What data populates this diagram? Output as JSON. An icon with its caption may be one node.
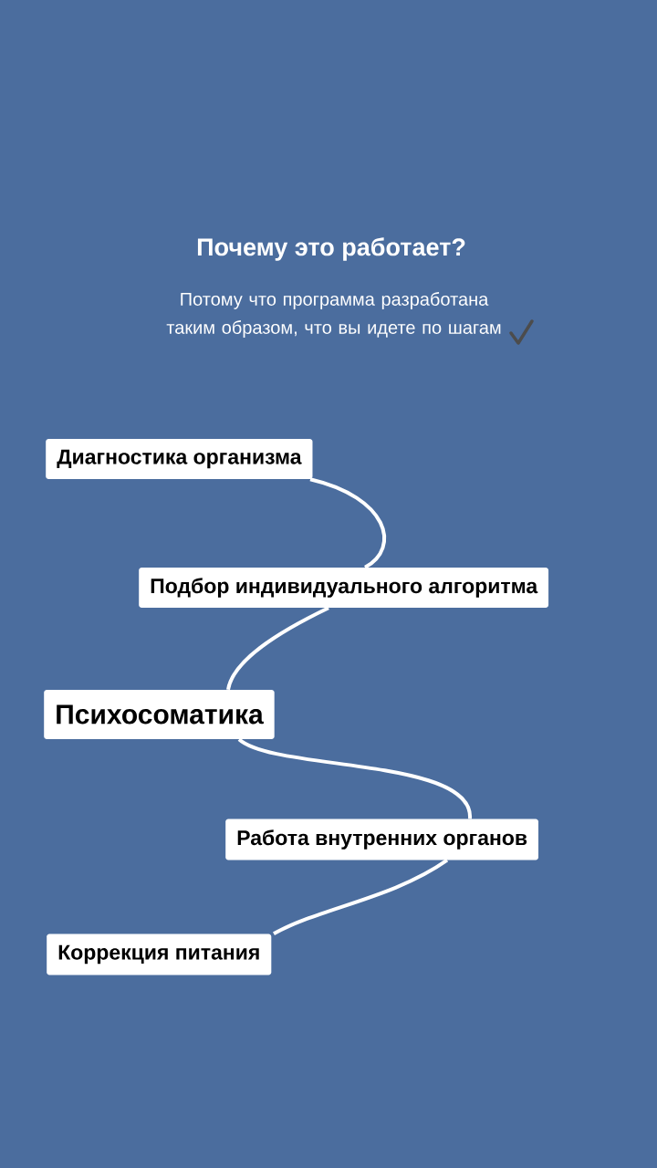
{
  "diagram": {
    "title": "Почему это работает?",
    "caption": "Потому что программа разработана таким образом, что вы идете по шагам",
    "nodes": [
      {
        "text": [
          "Диагностика организма"
        ]
      },
      {
        "text": [
          "Подбор индивидуального алгоритма"
        ]
      },
      {
        "text": [
          "Психосоматика"
        ]
      },
      {
        "text": [
          "Работа внутренних органов"
        ]
      },
      {
        "text": [
          "Коррекция питания"
        ]
      }
    ],
    "edges": [
      {
        "from": 0,
        "to": 1,
        "arrow": "none"
      },
      {
        "from": 1,
        "to": 2,
        "arrow": "none"
      },
      {
        "from": 2,
        "to": 3,
        "arrow": "none"
      },
      {
        "from": 3,
        "to": 4,
        "arrow": "none"
      }
    ]
  }
}
